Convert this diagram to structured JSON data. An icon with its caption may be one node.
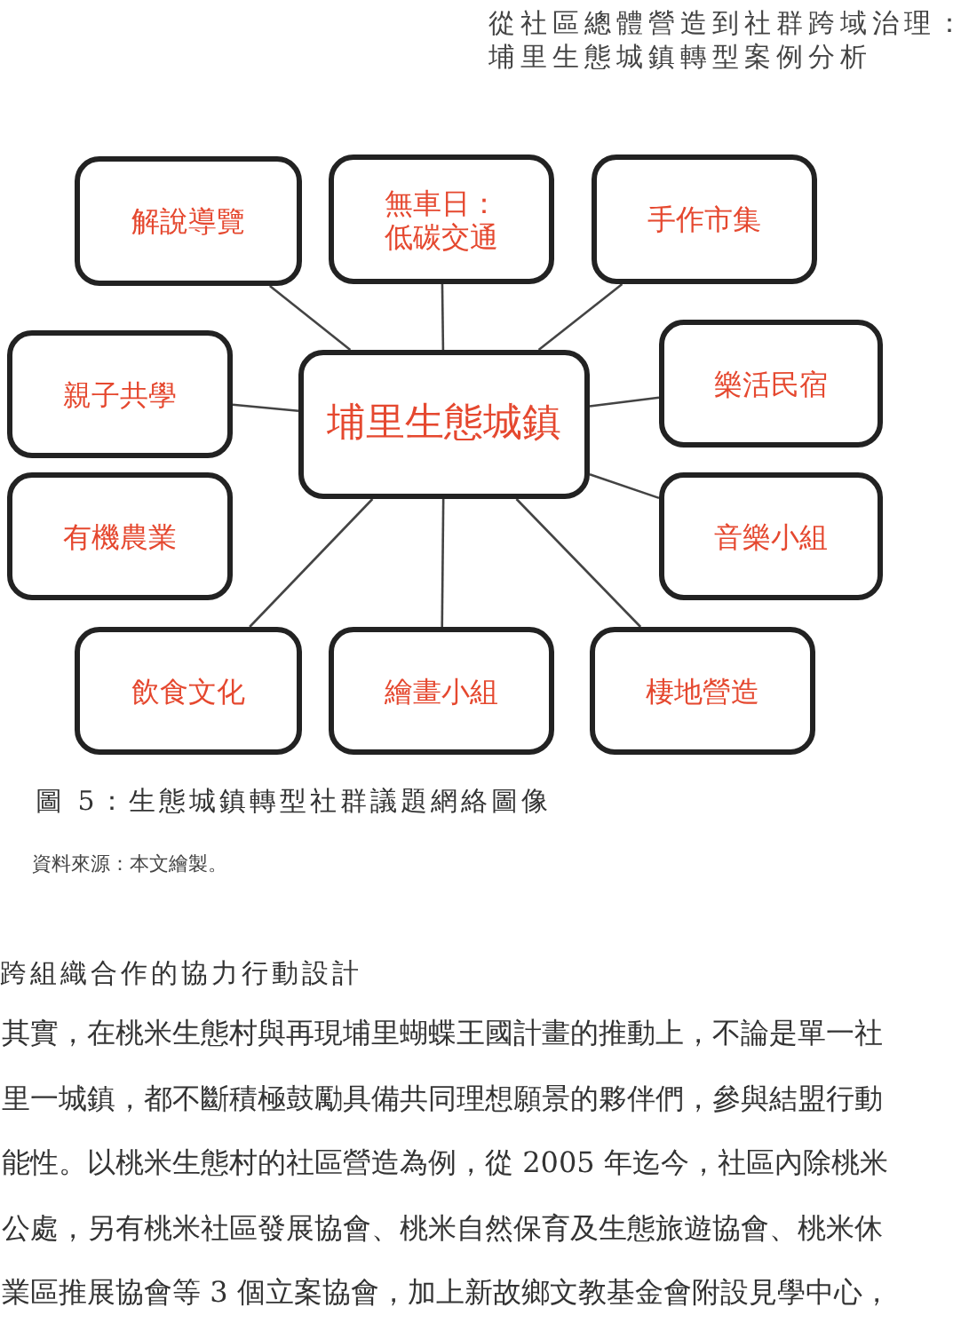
{
  "diagram": {
    "caption": "圖 5：生態城鎮轉型社群議題網絡圖像",
    "nodes": [
      {
        "text": [
          "埔里生態城鎮"
        ]
      },
      {
        "text": [
          "解說導覽"
        ]
      },
      {
        "text": [
          "無車日：低碳交通"
        ]
      },
      {
        "text": [
          "手作市集"
        ]
      },
      {
        "text": [
          "親子共學"
        ]
      },
      {
        "text": [
          "樂活民宿"
        ]
      },
      {
        "text": [
          "有機農業"
        ]
      },
      {
        "text": [
          "音樂小組"
        ]
      },
      {
        "text": [
          "飲食文化"
        ]
      },
      {
        "text": [
          "繪畫小組"
        ]
      },
      {
        "text": [
          "棲地營造"
        ]
      }
    ],
    "edges": [
      {
        "from": 0,
        "to": 1,
        "arrow": "none"
      },
      {
        "from": 0,
        "to": 2,
        "arrow": "none"
      },
      {
        "from": 0,
        "to": 3,
        "arrow": "none"
      },
      {
        "from": 0,
        "to": 4,
        "arrow": "none"
      },
      {
        "from": 0,
        "to": 5,
        "arrow": "none"
      },
      {
        "from": 0,
        "to": 7,
        "arrow": "none"
      },
      {
        "from": 0,
        "to": 8,
        "arrow": "none"
      },
      {
        "from": 0,
        "to": 9,
        "arrow": "none"
      },
      {
        "from": 0,
        "to": 10,
        "arrow": "none"
      }
    ],
    "labels": [
      "從社區總體營造到社群跨域治理：埔里生態城鎮轉型案例分析",
      "資料來源：本文繪製。",
      "跨組織合作的協力行動設計",
      "其實，在桃米生態村與再現埔里蝴蝶王國計畫的推動上，不論是單一社",
      "里一城鎮，都不斷積極鼓勵具備共同理想願景的夥伴們，參與結盟行動",
      "能性。以桃米生態村的社區營造為例，從 2005 年迄今，社區內除桃米",
      "公處，另有桃米社區發展協會、桃米自然保育及生態旅遊協會、桃米休",
      "業區推展協會等 3 個立案協會，加上新故鄉文教基金會附設見學中心，"
    ]
  }
}
